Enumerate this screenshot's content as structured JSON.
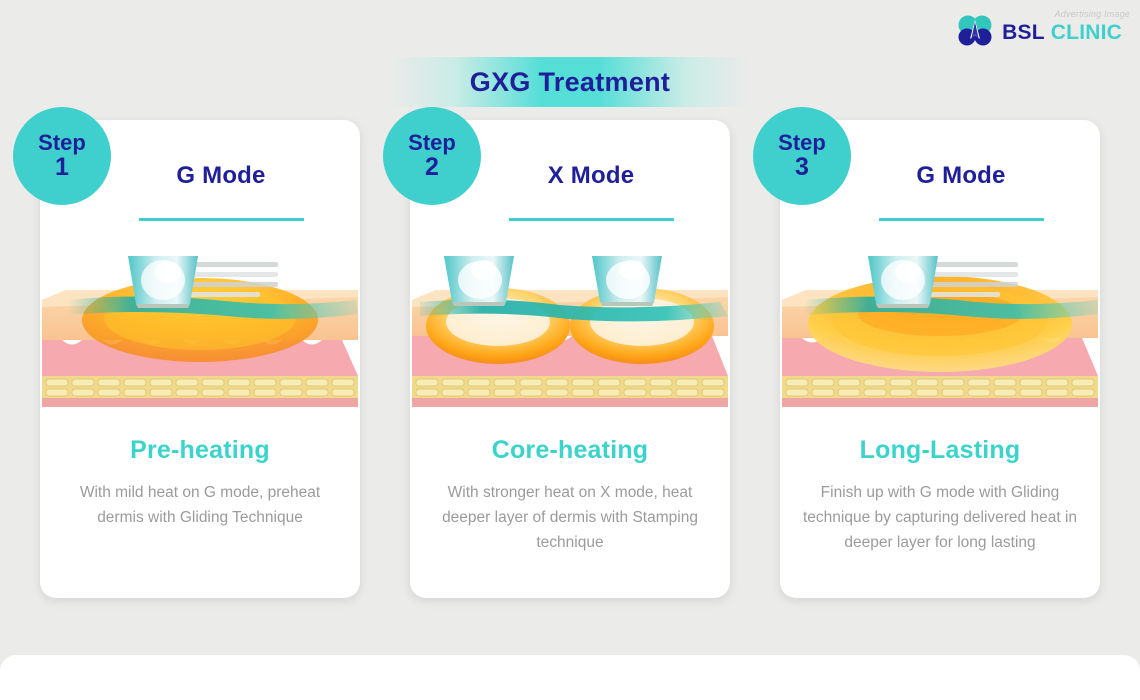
{
  "brand": {
    "logo_icon": "bsl-butterfly-logo-icon",
    "name_primary": "BSL",
    "name_secondary": "CLINIC",
    "color_primary": "#1f1f99",
    "color_secondary": "#3fd0cd"
  },
  "header": {
    "title": "GXG Treatment",
    "title_color": "#1f1f99",
    "banner_gradient_color": "#4ddad6"
  },
  "theme": {
    "background": "#ebebea",
    "card_background": "#ffffff",
    "accent_teal": "#3fd0cd",
    "accent_navy": "#1f1f99",
    "result_teal": "#3bd4cb",
    "body_text_gray": "#9b9b9b"
  },
  "cards": [
    {
      "step_word": "Step",
      "step_number": "1",
      "mode": "G Mode",
      "illustration": "skin-cross-section-single-applicator-shallow-heat",
      "applicators": 1,
      "result": "Pre-heating",
      "description": "With mild heat on G mode, preheat dermis with Gliding Technique"
    },
    {
      "step_word": "Step",
      "step_number": "2",
      "mode": "X Mode",
      "illustration": "skin-cross-section-double-applicator-deep-heat",
      "applicators": 2,
      "result": "Core-heating",
      "description": "With stronger heat on X mode, heat deeper layer of dermis with Stamping technique"
    },
    {
      "step_word": "Step",
      "step_number": "3",
      "mode": "G Mode",
      "illustration": "skin-cross-section-single-applicator-deep-sustained-heat",
      "applicators": 1,
      "result": "Long-Lasting",
      "description": "Finish up with G mode with Gliding technique by capturing delivered heat in deeper layer for long lasting"
    }
  ],
  "footer": {
    "note": "Advertising Image"
  }
}
